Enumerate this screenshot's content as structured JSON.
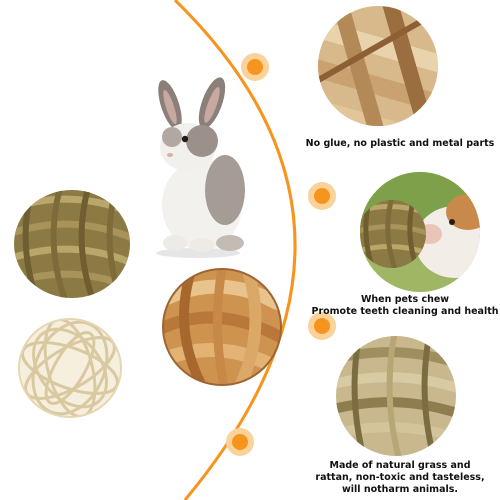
{
  "features": [
    {
      "caption": "No glue, no plastic and metal parts"
    },
    {
      "caption_line1": "When pets chew",
      "caption_line2": "Promote teeth cleaning and health"
    },
    {
      "caption_line1": "Made of natural grass and",
      "caption_line2": "rattan, non-toxic and tasteless,",
      "caption_line3": "will notharm animals."
    }
  ],
  "colors": {
    "accent": "#f7941d",
    "accent_light": "#fbd29a",
    "grass": "#8c7a44",
    "rattan": "#efe4c8",
    "hay": "#d9a45e"
  },
  "icons": [
    "rabbit",
    "guinea-pig",
    "seagrass-ball",
    "rattan-ball",
    "hay-ball"
  ]
}
